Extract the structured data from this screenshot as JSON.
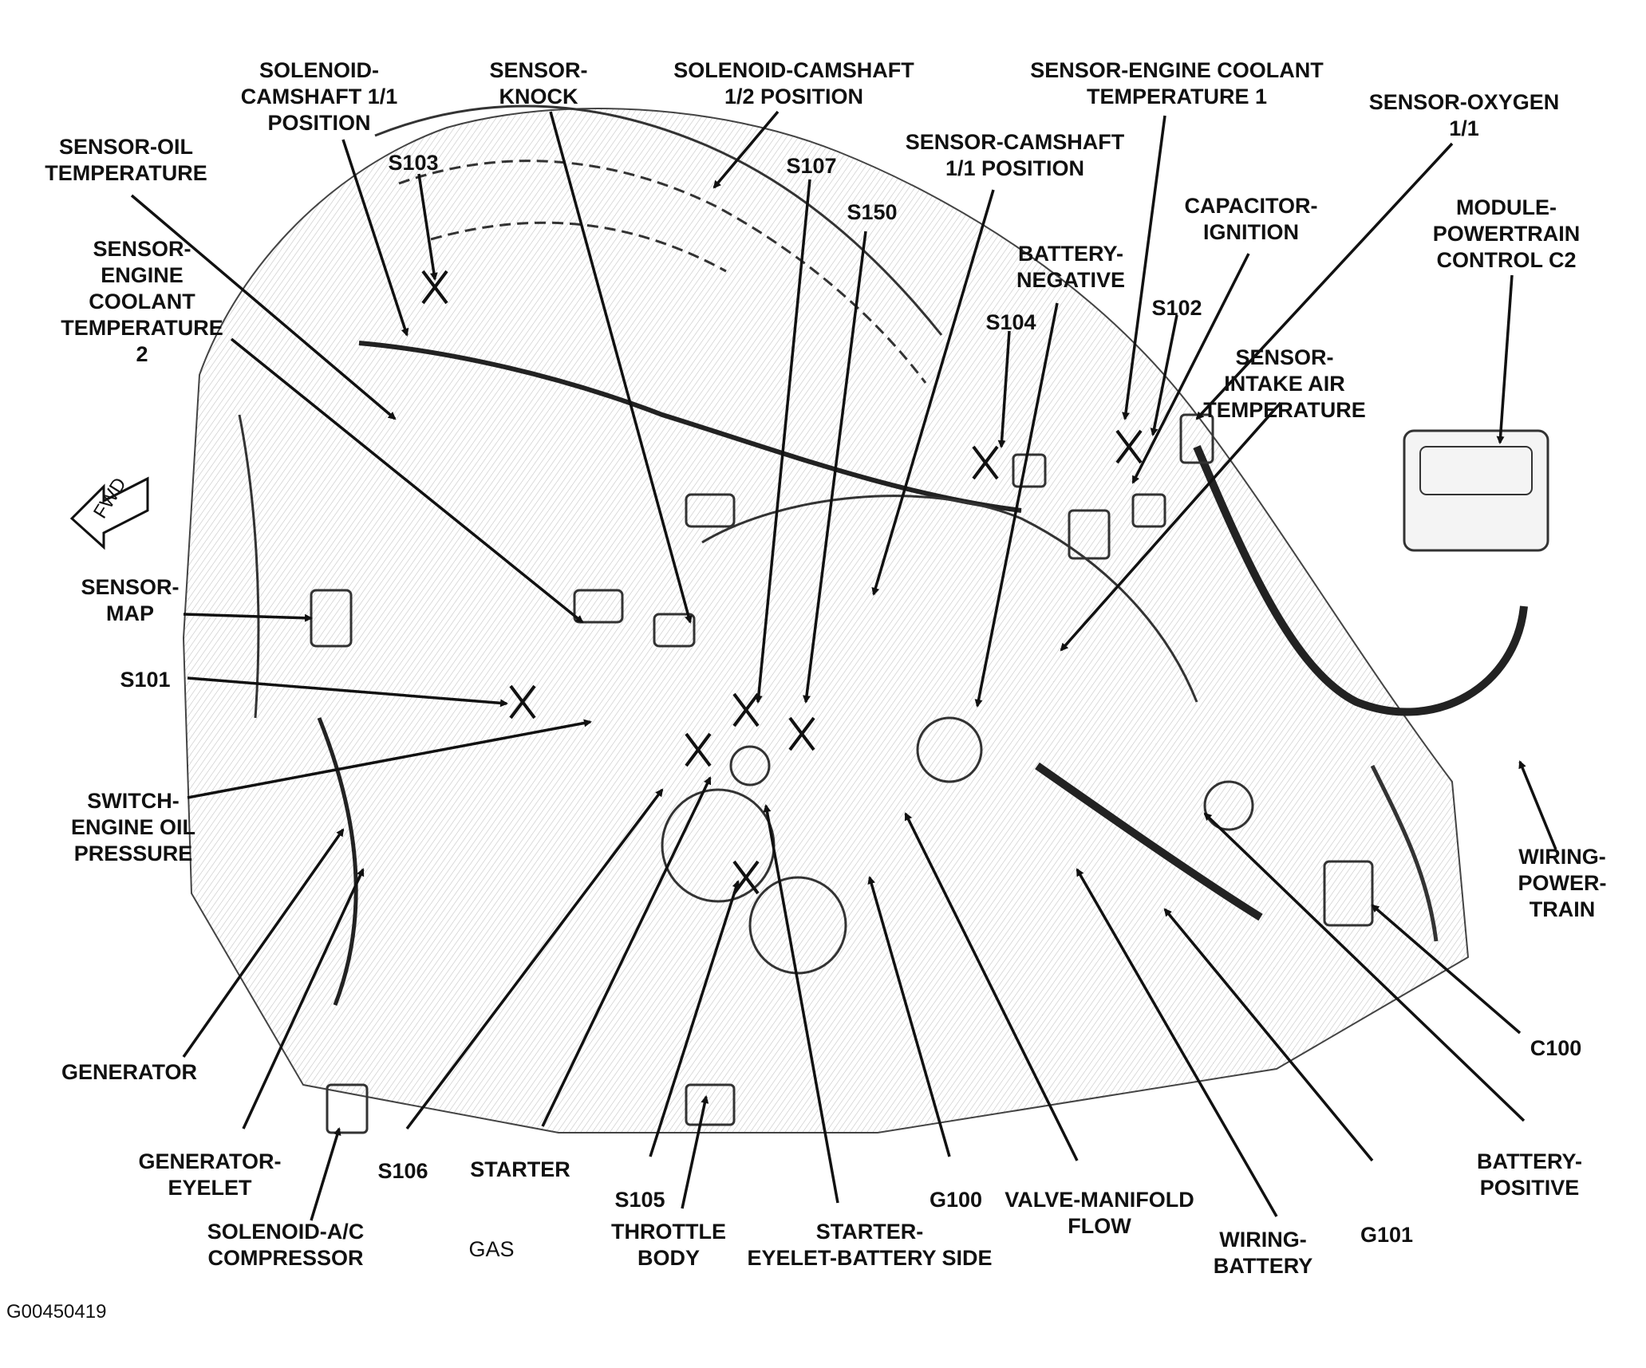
{
  "diagram": {
    "orientation_label": "FWD",
    "fuel_note": "GAS",
    "figure_id": "G00450419",
    "labels": [
      {
        "id": "solenoid-camshaft-11",
        "text": "SOLENOID-\nCAMSHAFT 1/1\nPOSITION"
      },
      {
        "id": "sensor-knock",
        "text": "SENSOR-\nKNOCK"
      },
      {
        "id": "solenoid-camshaft-12",
        "text": "SOLENOID-CAMSHAFT\n1/2 POSITION"
      },
      {
        "id": "sensor-ect1",
        "text": "SENSOR-ENGINE COOLANT\nTEMPERATURE 1"
      },
      {
        "id": "sensor-oxygen",
        "text": "SENSOR-OXYGEN\n1/1"
      },
      {
        "id": "sensor-oil-temp",
        "text": "SENSOR-OIL\nTEMPERATURE"
      },
      {
        "id": "s103",
        "text": "S103"
      },
      {
        "id": "s107",
        "text": "S107"
      },
      {
        "id": "sensor-camshaft-11",
        "text": "SENSOR-CAMSHAFT\n1/1 POSITION"
      },
      {
        "id": "s150",
        "text": "S150"
      },
      {
        "id": "capacitor-ignition",
        "text": "CAPACITOR-\nIGNITION"
      },
      {
        "id": "module-pcm",
        "text": "MODULE-\nPOWERTRAIN\nCONTROL C2"
      },
      {
        "id": "sensor-ect2",
        "text": "SENSOR-\nENGINE\nCOOLANT\nTEMPERATURE\n2"
      },
      {
        "id": "battery-negative",
        "text": "BATTERY-\nNEGATIVE"
      },
      {
        "id": "s104",
        "text": "S104"
      },
      {
        "id": "s102",
        "text": "S102"
      },
      {
        "id": "sensor-iat",
        "text": "SENSOR-\nINTAKE AIR\nTEMPERATURE"
      },
      {
        "id": "sensor-map",
        "text": "SENSOR-\nMAP"
      },
      {
        "id": "s101",
        "text": "S101"
      },
      {
        "id": "switch-oil-pressure",
        "text": "SWITCH-\nENGINE OIL\nPRESSURE"
      },
      {
        "id": "wiring-powertrain",
        "text": "WIRING-\nPOWER-\nTRAIN"
      },
      {
        "id": "c100",
        "text": "C100"
      },
      {
        "id": "generator",
        "text": "GENERATOR"
      },
      {
        "id": "generator-eyelet",
        "text": "GENERATOR-\nEYELET"
      },
      {
        "id": "s106",
        "text": "S106"
      },
      {
        "id": "starter",
        "text": "STARTER"
      },
      {
        "id": "battery-positive",
        "text": "BATTERY-\nPOSITIVE"
      },
      {
        "id": "s105",
        "text": "S105"
      },
      {
        "id": "g100",
        "text": "G100"
      },
      {
        "id": "valve-manifold-flow",
        "text": "VALVE-MANIFOLD\nFLOW"
      },
      {
        "id": "g101",
        "text": "G101"
      },
      {
        "id": "solenoid-ac",
        "text": "SOLENOID-A/C\nCOMPRESSOR"
      },
      {
        "id": "throttle-body",
        "text": "THROTTLE\nBODY"
      },
      {
        "id": "starter-eyelet",
        "text": "STARTER-\nEYELET-BATTERY SIDE"
      },
      {
        "id": "wiring-battery",
        "text": "WIRING-\nBATTERY"
      }
    ]
  }
}
